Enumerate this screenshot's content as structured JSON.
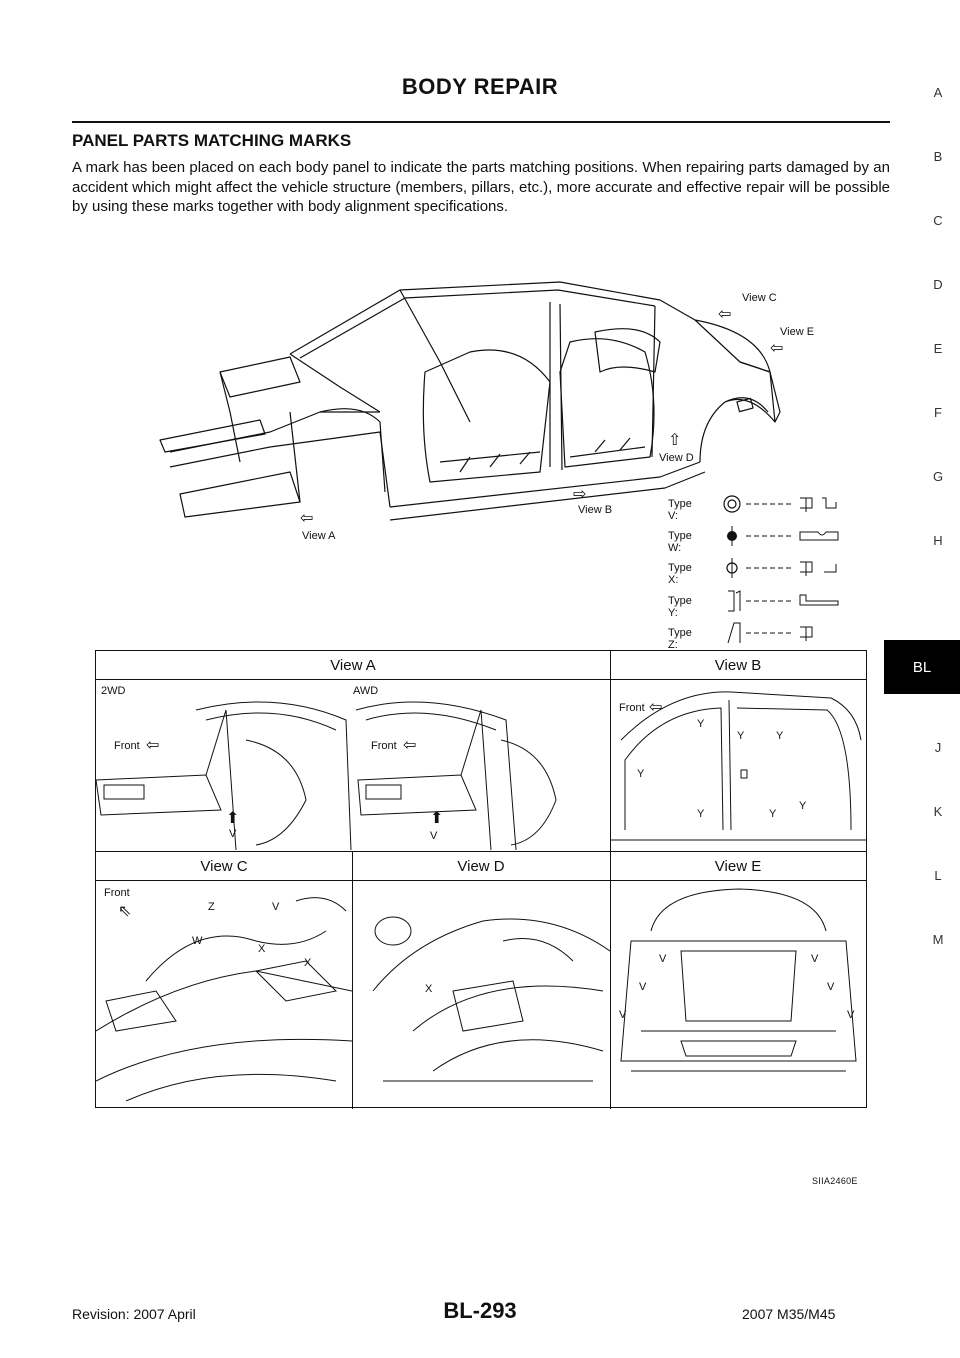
{
  "header": {
    "title": "BODY REPAIR"
  },
  "section": {
    "heading": "PANEL PARTS MATCHING MARKS",
    "intro": "A mark has been placed on each body panel to indicate the parts matching positions. When repairing parts damaged by an accident which might affect the vehicle structure (members, pillars, etc.), more accurate and effective repair will be possible by using these marks together with body alignment specifications."
  },
  "side_index": {
    "letters": [
      "A",
      "B",
      "C",
      "D",
      "E",
      "F",
      "G",
      "H",
      "BL",
      "J",
      "K",
      "L",
      "M"
    ],
    "active": "BL"
  },
  "main_figure": {
    "view_callouts": [
      "View C",
      "View E",
      "View D",
      "View B",
      "View A"
    ],
    "types": [
      {
        "label": "Type V:"
      },
      {
        "label": "Type W:"
      },
      {
        "label": "Type X:"
      },
      {
        "label": "Type Y:"
      },
      {
        "label": "Type Z:"
      }
    ]
  },
  "views_table": {
    "row1_headers": [
      "View A",
      "View B"
    ],
    "row2_headers": [
      "View C",
      "View D",
      "View E"
    ],
    "view_a": {
      "left_label": "2WD",
      "right_label": "AWD",
      "front": "Front",
      "mark": "V"
    },
    "view_b": {
      "front": "Front",
      "marks": [
        "Y",
        "Y",
        "Y",
        "Y",
        "Y",
        "Y",
        "Y"
      ]
    },
    "view_c": {
      "front": "Front",
      "marks": [
        "Z",
        "V",
        "W",
        "X",
        "X"
      ]
    },
    "view_d": {
      "marks": [
        "X"
      ]
    },
    "view_e": {
      "marks": [
        "V",
        "V",
        "V",
        "V",
        "V",
        "V"
      ]
    }
  },
  "figure_code": "SIIA2460E",
  "footer": {
    "revision": "Revision: 2007 April",
    "page": "BL-293",
    "model": "2007 M35/M45"
  }
}
